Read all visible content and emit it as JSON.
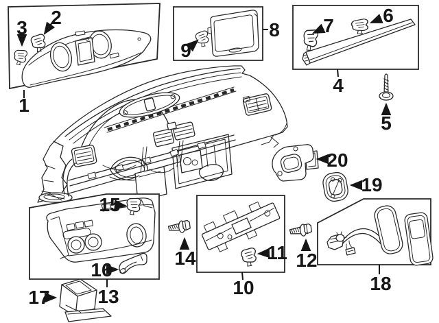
{
  "diagram": {
    "description": "Exploded parts diagram of a vehicle instrument panel (dashboard) with numbered callouts",
    "background_color": "#ffffff",
    "line_color": "#282828",
    "label_color": "#161616",
    "callout_range": "1-20"
  },
  "callouts": {
    "c1": {
      "label": "1",
      "part": "instrument-cluster-bezel",
      "pointer": "leader-line"
    },
    "c2": {
      "label": "2",
      "part": "retaining-clip",
      "pointer": "arrow"
    },
    "c3": {
      "label": "3",
      "part": "retaining-clip",
      "pointer": "arrow"
    },
    "c4": {
      "label": "4",
      "part": "defroster-trim-strip",
      "pointer": "leader-line"
    },
    "c5": {
      "label": "5",
      "part": "screw",
      "pointer": "arrow"
    },
    "c6": {
      "label": "6",
      "part": "trim-clip",
      "pointer": "arrow"
    },
    "c7": {
      "label": "7",
      "part": "trim-clip",
      "pointer": "arrow"
    },
    "c8": {
      "label": "8",
      "part": "display-bezel",
      "pointer": "leader-line"
    },
    "c9": {
      "label": "9",
      "part": "retaining-clip",
      "pointer": "arrow"
    },
    "c10": {
      "label": "10",
      "part": "mounting-bracket",
      "pointer": "leader-line"
    },
    "c11": {
      "label": "11",
      "part": "bracket-clip",
      "pointer": "arrow"
    },
    "c12": {
      "label": "12",
      "part": "flange-bolt",
      "pointer": "arrow"
    },
    "c13": {
      "label": "13",
      "part": "lower-trim-panel",
      "pointer": "leader-line"
    },
    "c14": {
      "label": "14",
      "part": "flange-bolt",
      "pointer": "arrow"
    },
    "c15": {
      "label": "15",
      "part": "panel-clip",
      "pointer": "arrow"
    },
    "c16": {
      "label": "16",
      "part": "support-bracket",
      "pointer": "arrow"
    },
    "c17": {
      "label": "17",
      "part": "storage-tray",
      "pointer": "arrow"
    },
    "c18": {
      "label": "18",
      "part": "wiring-harness-and-covers",
      "pointer": "leader-line"
    },
    "c19": {
      "label": "19",
      "part": "cover-plate-small",
      "pointer": "arrow"
    },
    "c20": {
      "label": "20",
      "part": "cover-plate",
      "pointer": "arrow"
    }
  }
}
